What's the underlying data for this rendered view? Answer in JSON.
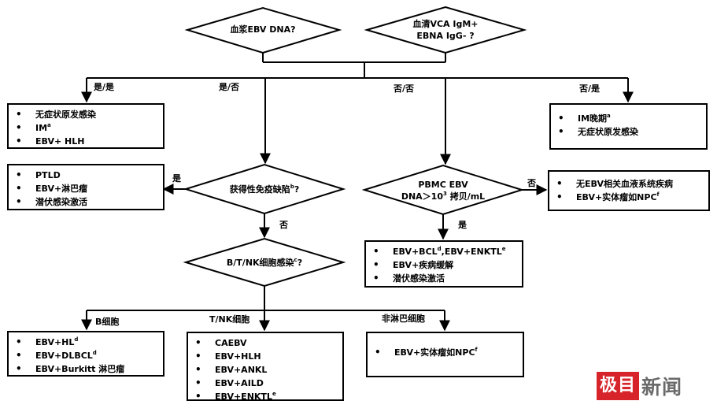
{
  "diamonds": {
    "plasma_ebv_dna": "血浆EBV DNA?",
    "serum_line1": "血清VCA IgM+",
    "serum_line2": "EBNA IgG- ?",
    "acquired_immuno_main": "获得性免疫缺陷",
    "acquired_immuno_sup": "b",
    "acquired_immuno_q": "?",
    "btnk_main": "B/T/NK细胞感染",
    "btnk_sup": "c",
    "btnk_q": "?",
    "pbmc_line1": "PBMC EBV",
    "pbmc_line2_a": "DNA＞10",
    "pbmc_line2_sup": "3",
    "pbmc_line2_b": " 拷贝/mL"
  },
  "labels": {
    "yes_yes": "是/是",
    "yes_no": "是/否",
    "no_no": "否/否",
    "no_yes": "否/是",
    "yes_left": "是",
    "no_down_left": "否",
    "no_right": "否",
    "yes_down_right": "是",
    "b_cell": "B细胞",
    "tnk_cell": "T/NK细胞",
    "non_lymph": "非淋巴细胞"
  },
  "boxes": {
    "top_left": [
      "无症状原发感染",
      {
        "text": "IM",
        "sup": "a"
      },
      "EBV+ HLH"
    ],
    "top_right": [
      {
        "text": "IM晚期",
        "sup": "a"
      },
      "无症状原发感染"
    ],
    "ptld": [
      "PTLD",
      "EBV+淋巴瘤",
      "潜伏感染激活"
    ],
    "no_ebv": [
      "无EBV相关血液系统疾病",
      {
        "text": "EBV+实体瘤如NPC",
        "sup": "f"
      }
    ],
    "pbmc_yes": [
      {
        "parts": [
          {
            "text": "EBV+BCL"
          },
          {
            "sup": "d"
          },
          {
            "text": ",EBV+ENKTL"
          },
          {
            "sup": "e"
          }
        ]
      },
      "EBV+疾病缓解",
      "潜伏感染激活"
    ],
    "b_cell": [
      {
        "text": "EBV+HL",
        "sup": "d"
      },
      {
        "text": "EBV+DLBCL",
        "sup": "d"
      },
      "EBV+Burkitt 淋巴瘤"
    ],
    "tnk_cell": [
      "CAEBV",
      "EBV+HLH",
      "EBV+ANKL",
      "EBV+AILD",
      {
        "text": "EBV+ENKTL",
        "sup": "e"
      }
    ],
    "non_lymph": [
      {
        "text": "EBV+实体瘤如NPC",
        "sup": "f"
      }
    ]
  },
  "watermark": {
    "box_text": "极目",
    "text": "新闻",
    "color": "#d7232a"
  }
}
